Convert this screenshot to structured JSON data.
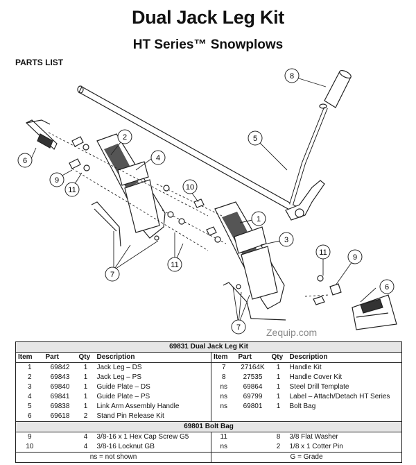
{
  "header": {
    "title": "Dual Jack Leg Kit",
    "subtitle": "HT Series™ Snowplows",
    "section": "PARTS LIST"
  },
  "watermark": "Zequip.com",
  "callouts": [
    "1",
    "2",
    "3",
    "4",
    "5",
    "6",
    "6",
    "7",
    "7",
    "7",
    "8",
    "9",
    "9",
    "10",
    "11",
    "11",
    "11"
  ],
  "kit": {
    "title": "69831  Dual Jack Leg Kit",
    "columns": [
      "Item",
      "Part",
      "Qty",
      "Description"
    ],
    "left_rows": [
      {
        "item": "1",
        "part": "69842",
        "qty": "1",
        "desc": "Jack Leg – DS"
      },
      {
        "item": "2",
        "part": "69843",
        "qty": "1",
        "desc": "Jack Leg – PS"
      },
      {
        "item": "3",
        "part": "69840",
        "qty": "1",
        "desc": "Guide Plate – DS"
      },
      {
        "item": "4",
        "part": "69841",
        "qty": "1",
        "desc": "Guide Plate – PS"
      },
      {
        "item": "5",
        "part": "69838",
        "qty": "1",
        "desc": "Link Arm Assembly Handle"
      },
      {
        "item": "6",
        "part": "69618",
        "qty": "2",
        "desc": "Stand Pin Release Kit"
      }
    ],
    "right_rows": [
      {
        "item": "7",
        "part": "27164K",
        "qty": "1",
        "desc": "Handle Kit"
      },
      {
        "item": "8",
        "part": "27535",
        "qty": "1",
        "desc": "Handle Cover Kit"
      },
      {
        "item": "ns",
        "part": "69864",
        "qty": "1",
        "desc": "Steel Drill Template"
      },
      {
        "item": "ns",
        "part": "69799",
        "qty": "1",
        "desc": "Label – Attach/Detach HT Series"
      },
      {
        "item": "ns",
        "part": "69801",
        "qty": "1",
        "desc": "Bolt Bag"
      },
      {
        "item": "",
        "part": "",
        "qty": "",
        "desc": ""
      }
    ]
  },
  "bolt_bag": {
    "title": "69801  Bolt Bag",
    "left_rows": [
      {
        "item": "9",
        "qty": "4",
        "desc": "3/8-16 x 1 Hex Cap Screw G5"
      },
      {
        "item": "10",
        "qty": "4",
        "desc": "3/8-16 Locknut GB"
      }
    ],
    "right_rows": [
      {
        "item": "11",
        "qty": "8",
        "desc": "3/8 Flat Washer"
      },
      {
        "item": "ns",
        "qty": "2",
        "desc": "1/8 x 1 Cotter Pin"
      }
    ]
  },
  "footer": {
    "ns_note": "ns = not shown",
    "grade_note": "G = Grade"
  }
}
